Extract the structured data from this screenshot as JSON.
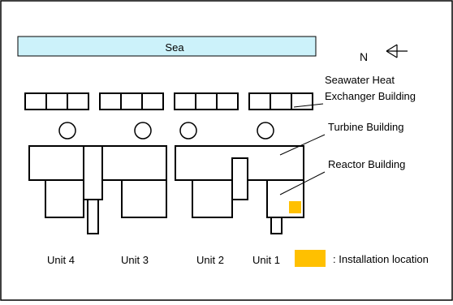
{
  "diagram": {
    "sea_label": "Sea",
    "north_label": "N",
    "building_labels": {
      "seawater": [
        "Seawater Heat",
        "Exchanger Building"
      ],
      "turbine": "Turbine Building",
      "reactor": "Reactor Building"
    },
    "units": [
      "Unit 4",
      "Unit 3",
      "Unit 2",
      "Unit 1"
    ],
    "legend": {
      "text": ": Installation location"
    },
    "colors": {
      "sea": "#ccf2fa",
      "installation": "#ffc000",
      "stroke": "#000000"
    },
    "icons": {
      "north_arrow": "north-arrow-icon"
    }
  }
}
